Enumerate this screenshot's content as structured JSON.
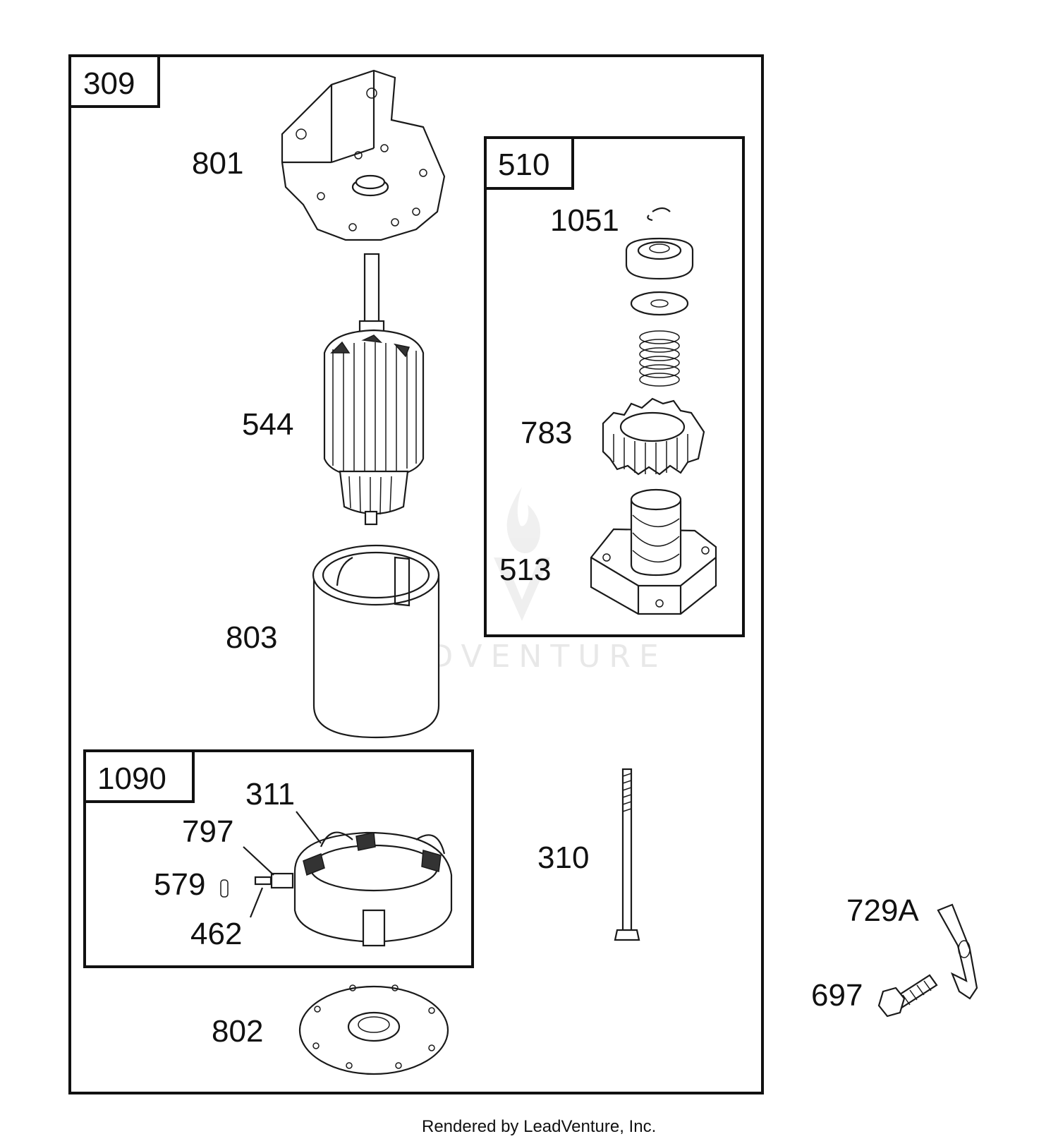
{
  "groups": {
    "main": "309",
    "drive": "510",
    "brush": "1090"
  },
  "parts": {
    "p801": "801",
    "p544": "544",
    "p803": "803",
    "p802": "802",
    "p1051": "1051",
    "p783": "783",
    "p513": "513",
    "p311": "311",
    "p797": "797",
    "p579": "579",
    "p462": "462",
    "p310": "310",
    "p729a": "729A",
    "p697": "697"
  },
  "watermark": "LEADVENTURE",
  "credit": "Rendered by LeadVenture, Inc."
}
